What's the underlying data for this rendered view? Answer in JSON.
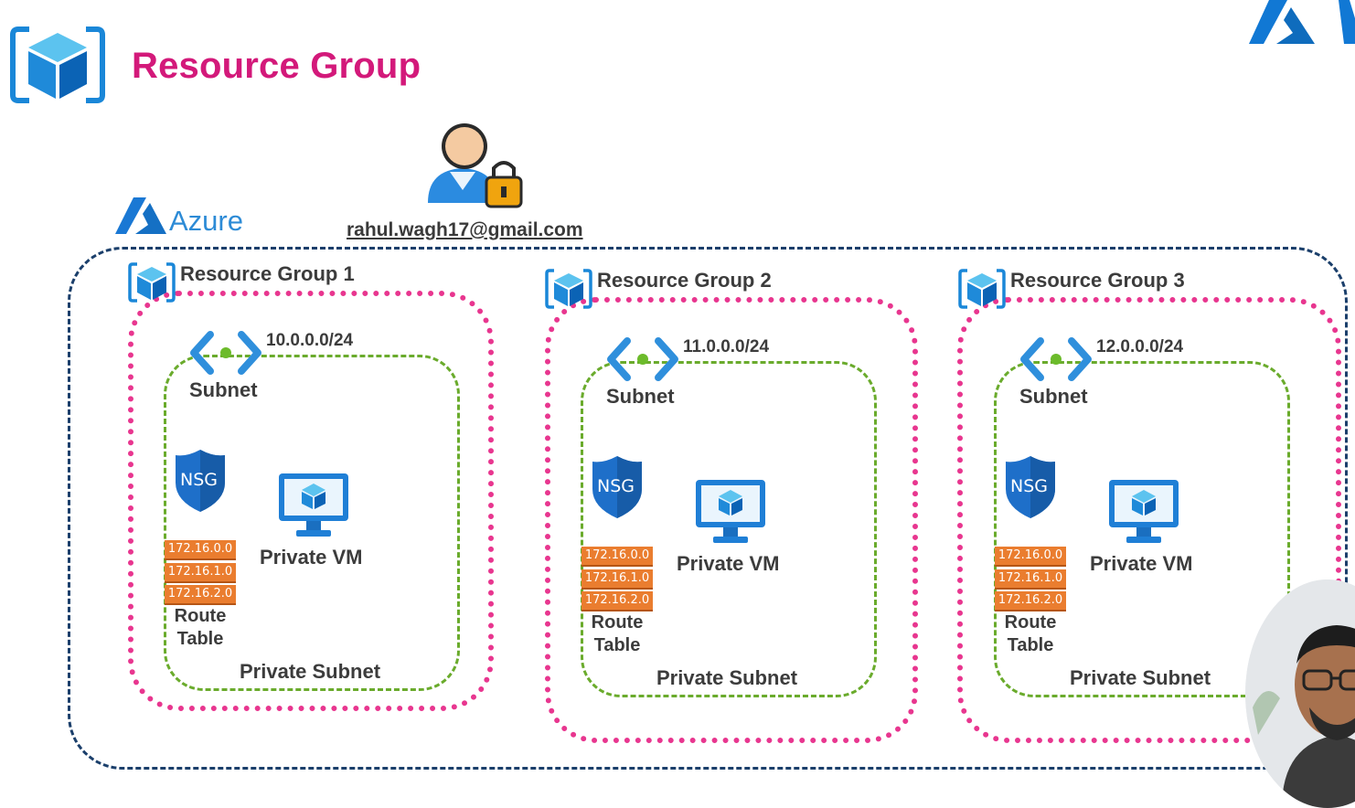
{
  "title": "Resource Group",
  "azure_label": "Azure",
  "user_email": "rahul.wagh17@gmail.com",
  "colors": {
    "title": "#d3197a",
    "azure_blue": "#0078d4",
    "resource_group_border": "#e8368f",
    "subnet_border": "#6aab2c",
    "outer_border": "#1b3f6b",
    "route_row": "#ea7d2f"
  },
  "resource_groups": [
    {
      "name": "Resource Group 1",
      "cidr": "10.0.0.0/24",
      "subnet_label": "Subnet",
      "nsg_label": "NSG",
      "routes": [
        "172.16.0.0",
        "172.16.1.0",
        "172.16.2.0"
      ],
      "route_table_label": [
        "Route",
        "Table"
      ],
      "vm_label": "Private VM",
      "private_subnet_label": "Private Subnet"
    },
    {
      "name": "Resource Group 2",
      "cidr": "11.0.0.0/24",
      "subnet_label": "Subnet",
      "nsg_label": "NSG",
      "routes": [
        "172.16.0.0",
        "172.16.1.0",
        "172.16.2.0"
      ],
      "route_table_label": [
        "Route",
        "Table"
      ],
      "vm_label": "Private VM",
      "private_subnet_label": "Private Subnet"
    },
    {
      "name": "Resource Group 3",
      "cidr": "12.0.0.0/24",
      "subnet_label": "Subnet",
      "nsg_label": "NSG",
      "routes": [
        "172.16.0.0",
        "172.16.1.0",
        "172.16.2.0"
      ],
      "route_table_label": [
        "Route",
        "Table"
      ],
      "vm_label": "Private VM",
      "private_subnet_label": "Private Subnet"
    }
  ]
}
